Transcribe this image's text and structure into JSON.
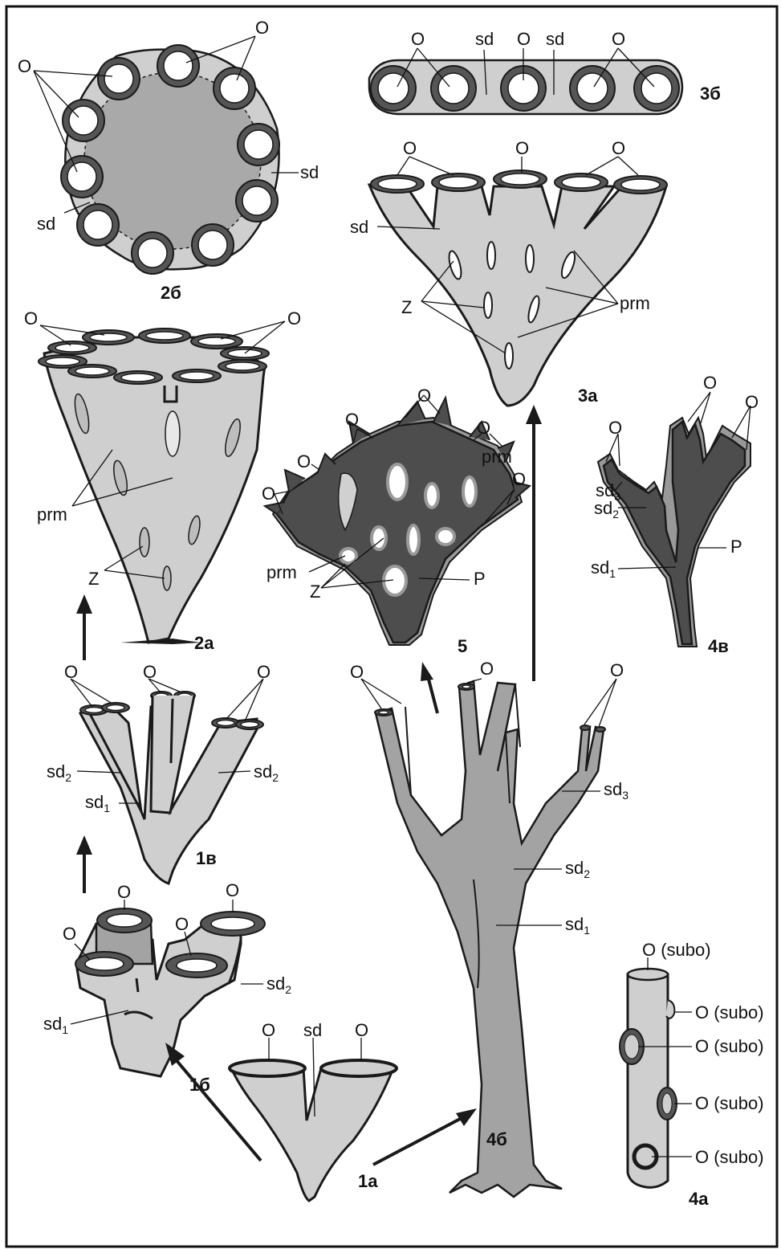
{
  "labels": {
    "O": "O",
    "sd": "sd",
    "sd_base": "sd",
    "sub1": "1",
    "sub2": "2",
    "sub3": "3",
    "prm": "prm",
    "Z": "Z",
    "P": "P",
    "subo": "O (subo)"
  },
  "figures": {
    "f1a": "1a",
    "f1b": "1б",
    "f1v": "1в",
    "f2a": "2a",
    "f2b": "2б",
    "f3a": "3a",
    "f3b": "3б",
    "f4a": "4a",
    "f4b": "4б",
    "f4v": "4в",
    "f5": "5"
  },
  "colors": {
    "light_body": "#cfcfcf",
    "mid_body": "#a3a3a3",
    "dark_body": "#4d4d4d",
    "rim": "#555555"
  }
}
